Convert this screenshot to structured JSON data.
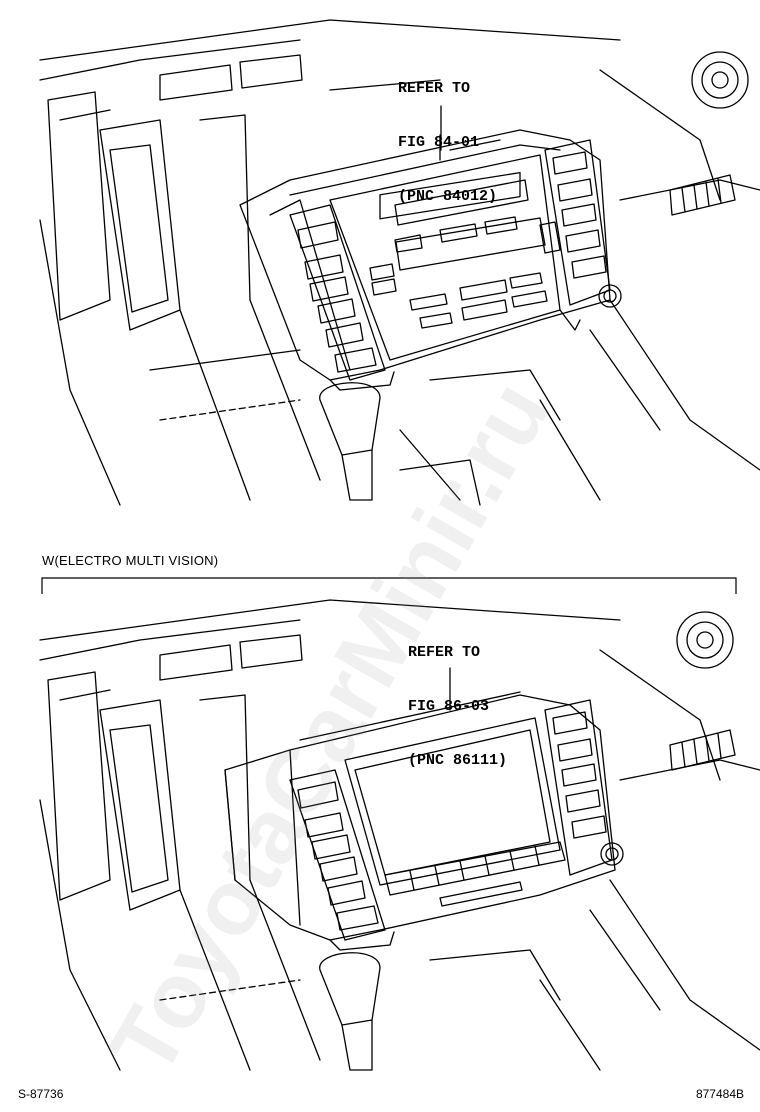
{
  "top_callout": {
    "line1": "REFER TO",
    "line2": "FIG 84-01",
    "line3": "(PNC 84012)"
  },
  "section_label": "W(ELECTRO MULTI VISION)",
  "bottom_callout": {
    "line1": "REFER TO",
    "line2": "FIG 86-03",
    "line3": "(PNC 86111)"
  },
  "footer": {
    "left_code": "S-87736",
    "right_code": "877484B"
  },
  "watermark": "ToyotaCarMinir.ru",
  "colors": {
    "line": "#000000",
    "background": "#ffffff",
    "watermark": "#969696"
  }
}
